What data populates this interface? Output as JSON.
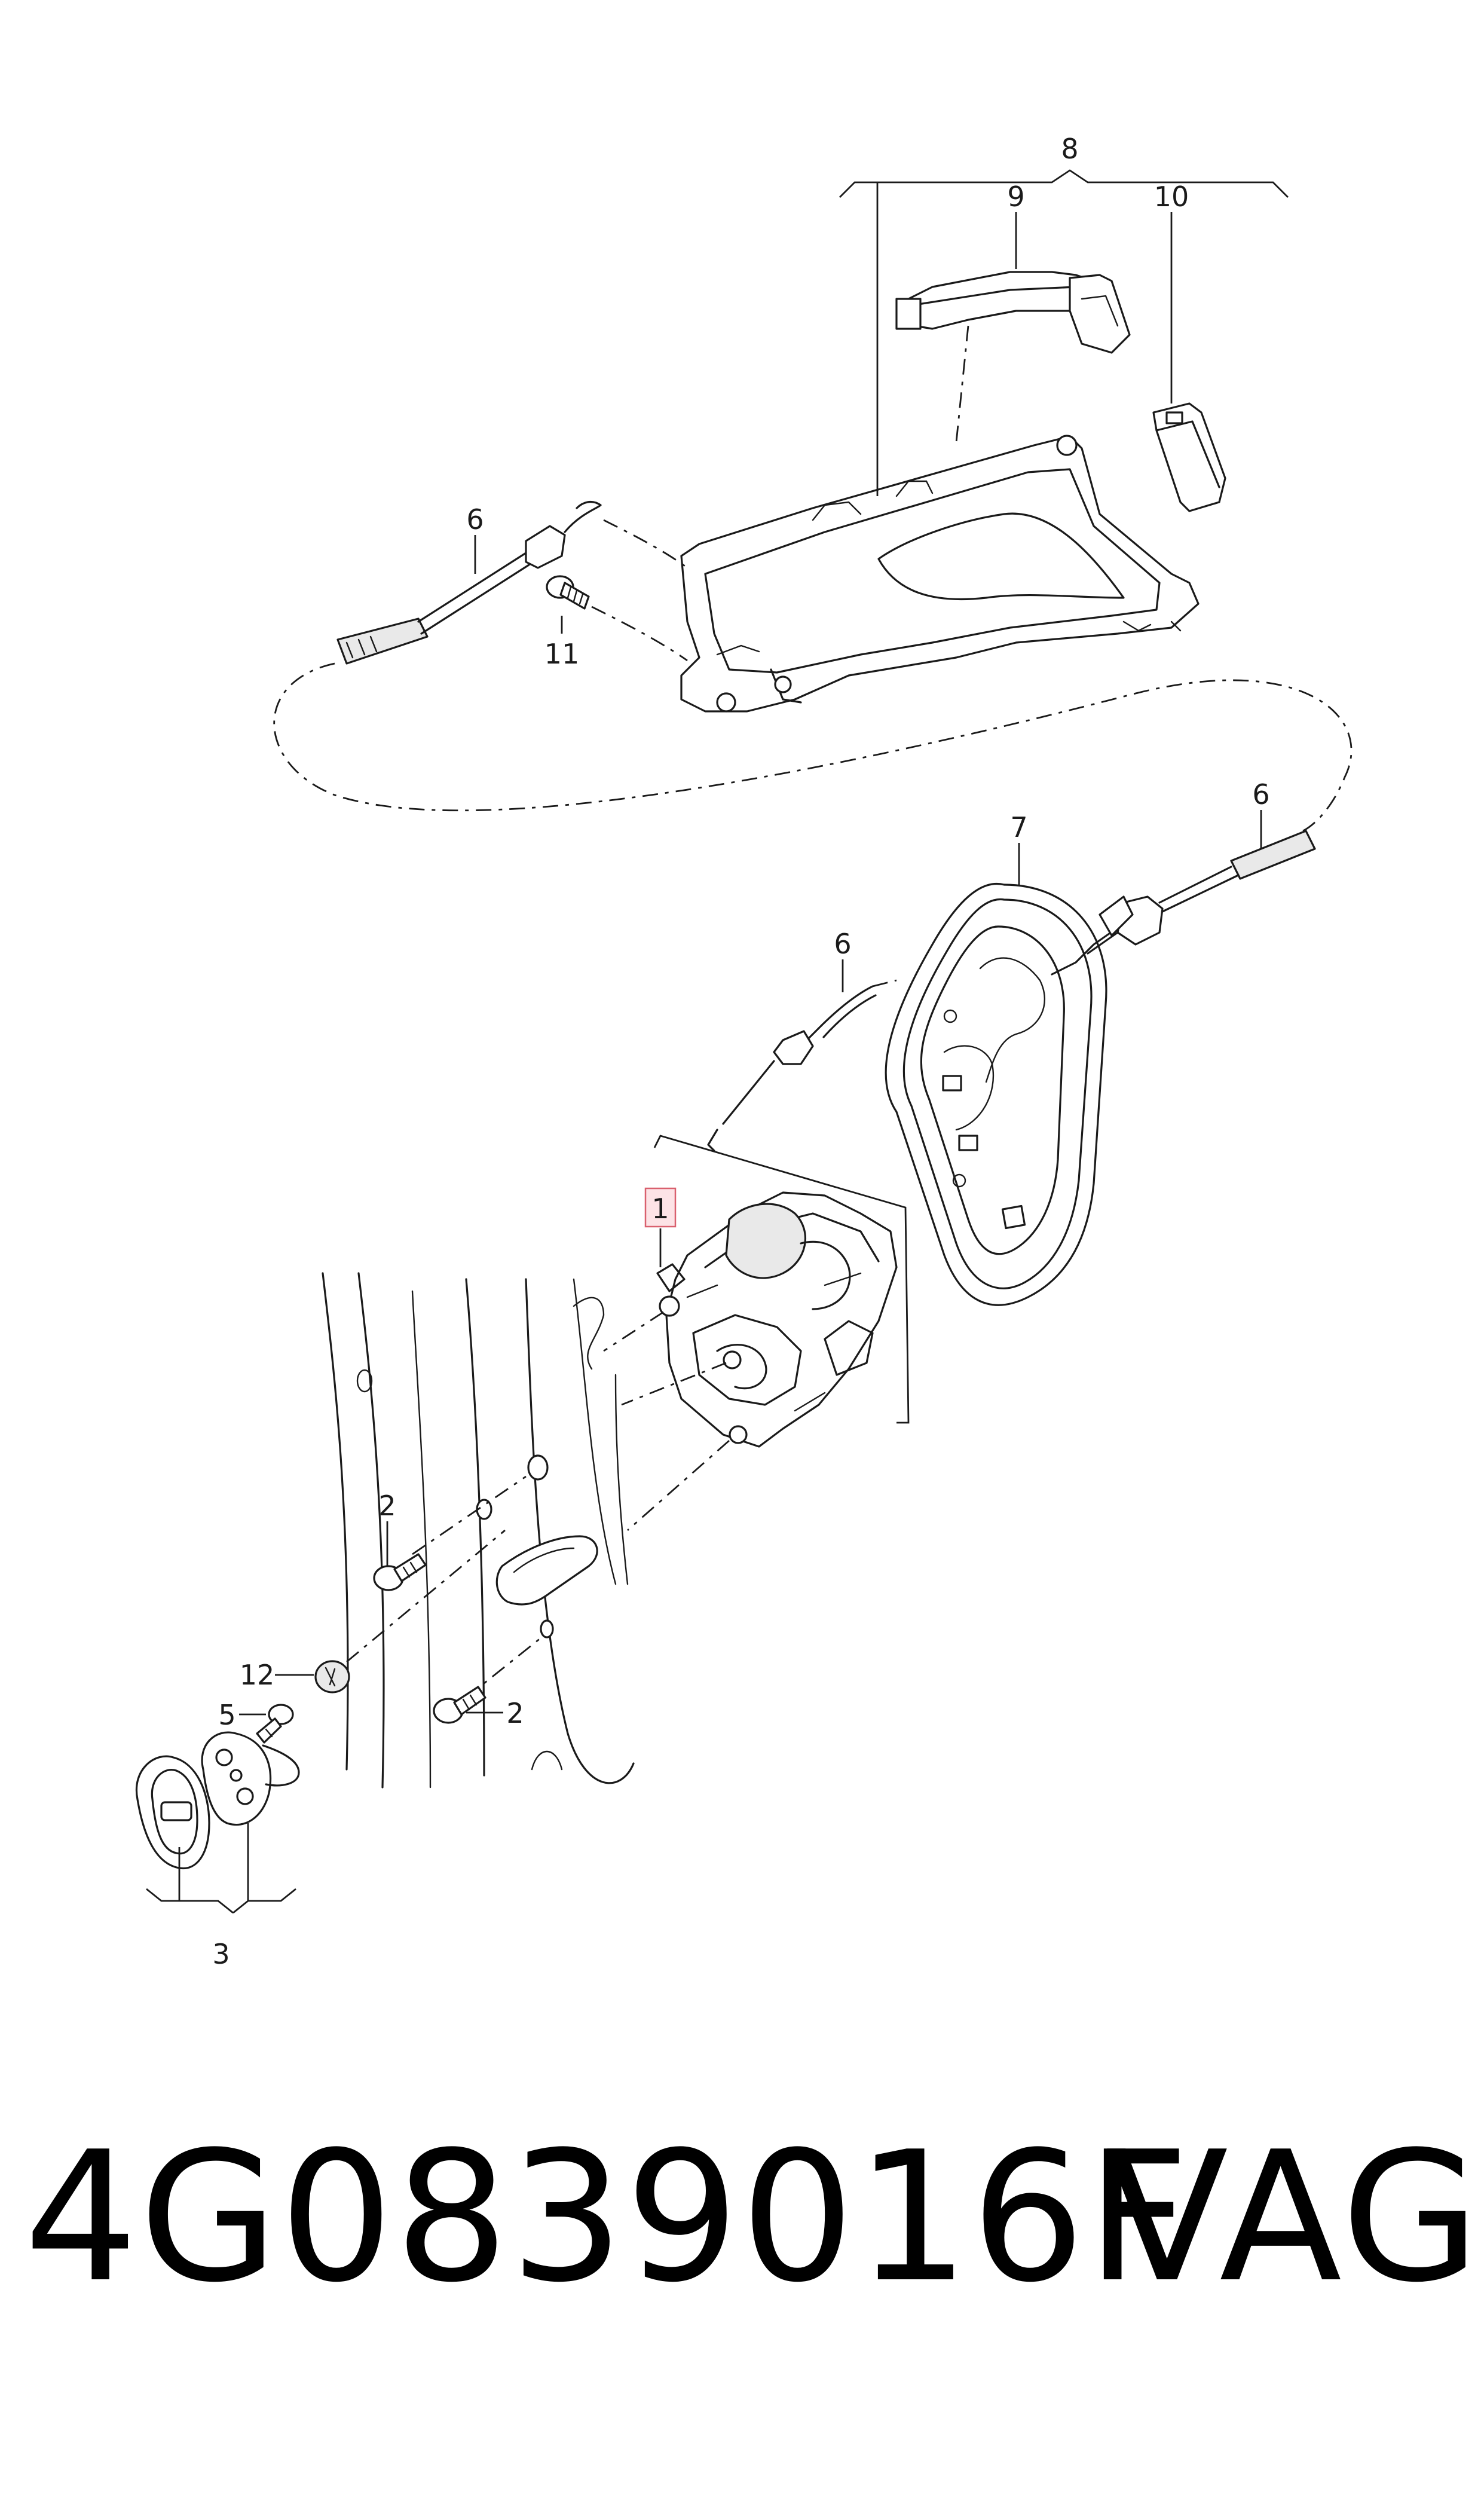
{
  "callouts": {
    "c1": "1",
    "c2a": "2",
    "c2b": "2",
    "c3": "3",
    "c5": "5",
    "c6a": "6",
    "c6b": "6",
    "c6c": "6",
    "c7": "7",
    "c8": "8",
    "c9": "9",
    "c10": "10",
    "c11": "11",
    "c12": "12"
  },
  "footer": {
    "part_number": "4G0839016F",
    "brand": "VAG"
  },
  "colors": {
    "line": "#1a1a1a",
    "highlight_fill": "#fde3e6",
    "highlight_stroke": "#d9606e"
  }
}
